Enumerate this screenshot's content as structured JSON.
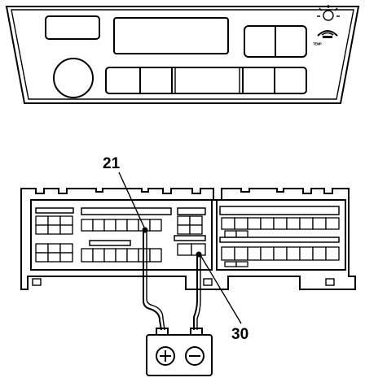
{
  "labels": {
    "pin_21": "21",
    "pin_30": "30"
  },
  "panel": {
    "icon_text": "ᵀᴱᴹᴾ"
  },
  "battery": {
    "positive_icon": "plus-circle-icon",
    "negative_icon": "minus-circle-icon"
  },
  "colors": {
    "ink": "#000000",
    "paper": "#ffffff"
  }
}
